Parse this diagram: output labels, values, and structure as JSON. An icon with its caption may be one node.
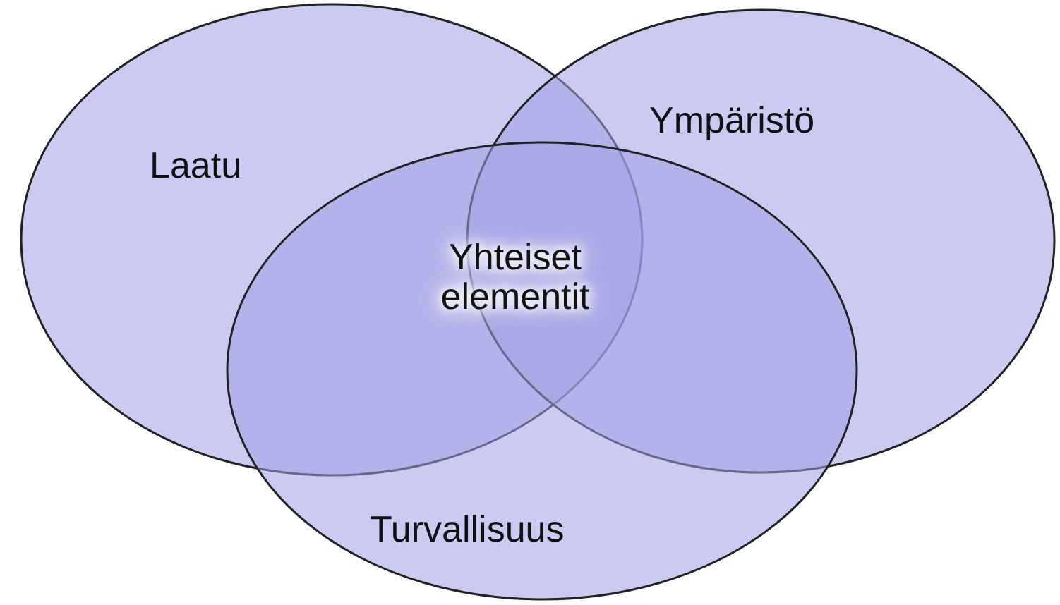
{
  "diagram": {
    "nodes": [
      {
        "text": [
          "Laatu"
        ]
      },
      {
        "text": [
          "Ympäristö"
        ]
      },
      {
        "text": [
          "Turvallisuus"
        ]
      }
    ],
    "labels": [
      "Yhteiset elementit"
    ]
  }
}
